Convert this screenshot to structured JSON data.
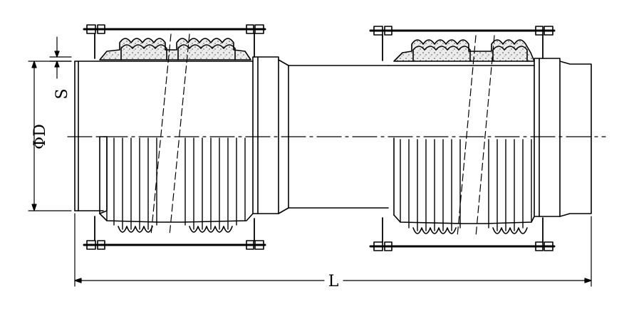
{
  "labels": {
    "outer_diameter": "ΦD",
    "wall_thickness": "S",
    "overall_length": "L"
  },
  "colors": {
    "stroke": "#000000",
    "background": "#ffffff",
    "insulation_fill": "#e6e6e6"
  }
}
